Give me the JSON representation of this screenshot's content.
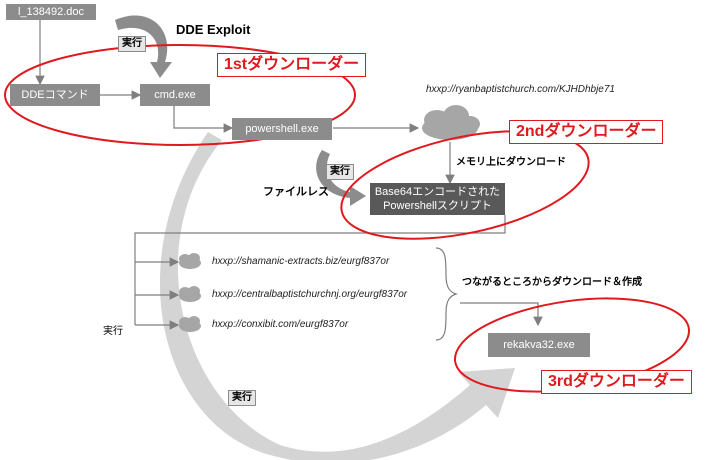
{
  "nodes": {
    "doc": "l_138492.doc",
    "dde_cmd": "DDEコマンド",
    "cmd": "cmd.exe",
    "powershell": "powershell.exe",
    "base64_line1": "Base64エンコードされた",
    "base64_line2": "Powershellスクリプト",
    "rekakva": "rekakva32.exe"
  },
  "labels": {
    "dde_exploit": "DDE Exploit",
    "exec": "実行",
    "fileless": "ファイルレス",
    "memory_download": "メモリ上にダウンロード",
    "connect_download": "つながるところからダウンロード＆作成"
  },
  "stages": {
    "first": "1stダウンローダー",
    "second": "2ndダウンローダー",
    "third": "3rdダウンローダー"
  },
  "urls": {
    "main": "hxxp://ryanbaptistchurch.com/KJHDhbje71",
    "url1": "hxxp://shamanic-extracts.biz/eurgf837or",
    "url2": "hxxp://centralbaptistchurchnj.org/eurgf837or",
    "url3": "hxxp://conxibit.com/eurgf837or"
  },
  "colors": {
    "box": "#8c8c8c",
    "box_dark": "#595959",
    "highlight": "#e0191e",
    "arrow": "#cfcfcf"
  }
}
